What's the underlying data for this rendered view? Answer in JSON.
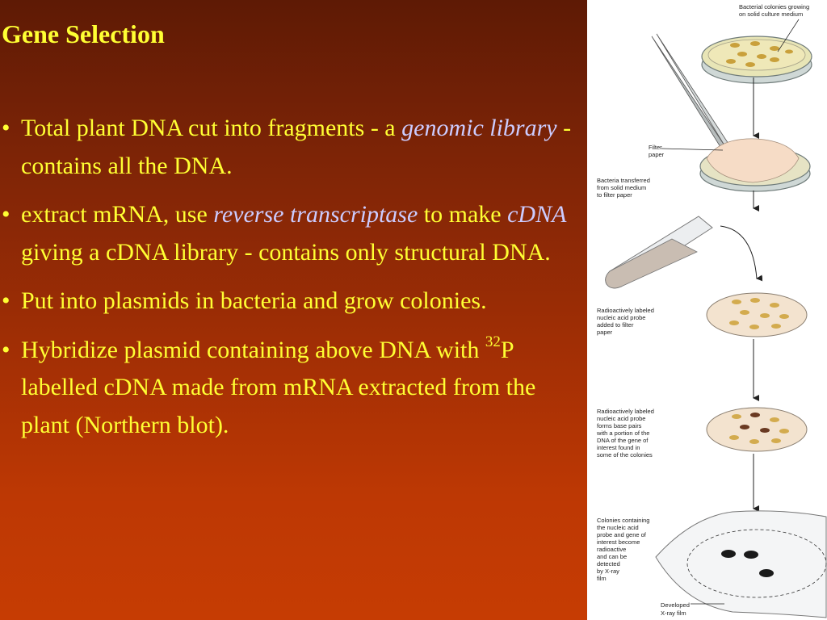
{
  "slide": {
    "title": "Gene Selection",
    "bullet_glyph": "•",
    "bullets": [
      {
        "pre": "Total plant DNA cut into fragments - a ",
        "em": "genomic library",
        "post": " - contains all the DNA."
      },
      {
        "pre": " extract mRNA, use ",
        "em": "reverse transcriptase",
        "mid": " to make ",
        "em2": "cDNA",
        "post": " giving a cDNA library - contains only structural DNA."
      },
      {
        "text": "Put into plasmids in bacteria and grow colonies."
      },
      {
        "pre": "Hybridize plasmid containing above DNA with ",
        "sup": "32",
        "post": "P labelled cDNA made from mRNA extracted from the plant (Northern blot)."
      }
    ]
  },
  "figure": {
    "label_colonies_1": "Bacterial colonies growing",
    "label_colonies_2": "on solid culture medium",
    "label_filter_1": "Filter",
    "label_filter_2": "paper",
    "label_transfer_1": "Bacteria transferred",
    "label_transfer_2": "from solid medium",
    "label_transfer_3": "to filter paper",
    "label_probe_1": "Radioactively labeled",
    "label_probe_2": "nucleic acid probe",
    "label_probe_3": "added to filter",
    "label_probe_4": "paper",
    "label_pair_1": "Radioactively labeled",
    "label_pair_2": "nucleic acid probe",
    "label_pair_3": "forms base pairs",
    "label_pair_4": "with a portion of the",
    "label_pair_5": "DNA of the gene of",
    "label_pair_6": "interest found in",
    "label_pair_7": "some of the colonies",
    "label_detect_1": "Colonies containing",
    "label_detect_2": "the nucleic acid",
    "label_detect_3": "probe and gene of",
    "label_detect_4": "interest become",
    "label_detect_5": "radioactive",
    "label_detect_6": "and can be",
    "label_detect_7": "detected",
    "label_detect_8": "by X-ray",
    "label_detect_9": "film",
    "label_film_1": "Developed",
    "label_film_2": "X-ray film"
  }
}
